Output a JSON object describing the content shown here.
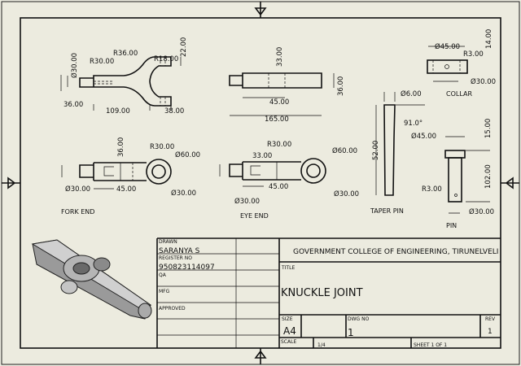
{
  "title_block": {
    "drawn_label": "DRAWN",
    "drawn_value": "SARANYA S",
    "register_label": "REGISTER NO",
    "register_value": "950823114097",
    "qa_label": "QA",
    "mfg_label": "MFG",
    "approved_label": "APPROVED",
    "institution": "GOVERNMENT COLLEGE OF ENGINEERING, TIRUNELVELI",
    "title_label": "TITLE",
    "title_value": "KNUCKLE JOINT",
    "size_label": "SIZE",
    "size_value": "A4",
    "dwg_label": "DWG NO",
    "dwg_value": "1",
    "rev_label": "REV",
    "rev_value": "1",
    "scale_label": "SCALE",
    "scale_value": "1/4",
    "sheet_value": "SHEET 1  OF 1"
  },
  "views": {
    "fork_top": {
      "d1": "R36.00",
      "d2": "R30.00",
      "d3": "R18.00",
      "d4": "22.00",
      "d5": "Ø30.00",
      "d6": "36.00",
      "d7": "109.00",
      "d8": "38.00"
    },
    "eye_top": {
      "d1": "33.00",
      "d2": "45.00",
      "d3": "165.00",
      "d4": "36.00"
    },
    "collar": {
      "label": "COLLAR",
      "d1": "Ø45.00",
      "d2": "R3.00",
      "d3": "14.00",
      "d4": "Ø30.00"
    },
    "fork_end": {
      "label": "FORK END",
      "d1": "36.00",
      "d2": "R30.00",
      "d3": "Ø60.00",
      "d4": "Ø30.00",
      "d5": "45.00",
      "d6": "Ø30.00"
    },
    "eye_end": {
      "label": "EYE END",
      "d1": "R30.00",
      "d2": "33.00",
      "d3": "Ø60.00",
      "d4": "45.00",
      "d5": "Ø30.00",
      "d6": "Ø30.00"
    },
    "taper_pin": {
      "label": "TAPER PIN",
      "d1": "Ø6.00",
      "d2": "91.0°",
      "d3": "52.00"
    },
    "pin": {
      "label": "PIN",
      "d1": "Ø45.00",
      "d2": "15.00",
      "d3": "102.00",
      "d4": "R3.00",
      "d5": "Ø30.00"
    }
  }
}
